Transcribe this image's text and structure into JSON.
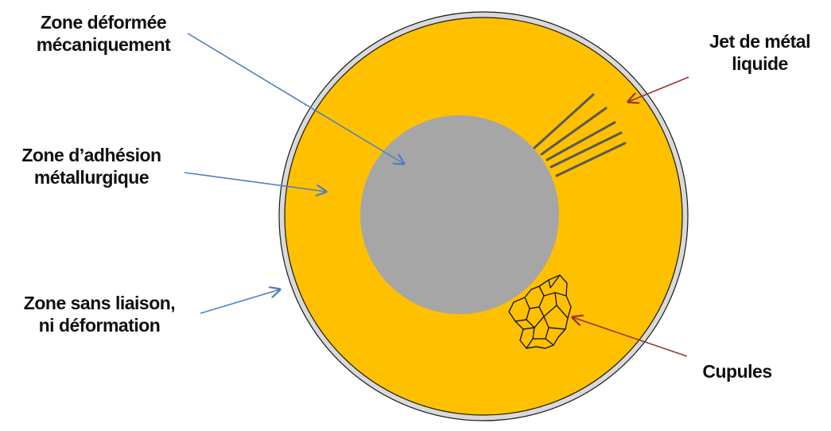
{
  "labels": {
    "zone_deformee": {
      "line1": "Zone déformée",
      "line2": "mécaniquement"
    },
    "zone_adhesion": {
      "line1": "Zone d’adhésion",
      "line2": "métallurgique"
    },
    "zone_sans_liaison": {
      "line1": "Zone sans liaison,",
      "line2": "ni déformation"
    },
    "jet_metal": {
      "line1": "Jet de métal",
      "line2": "liquide"
    },
    "cupules": {
      "line1": "Cupules"
    }
  },
  "colors": {
    "outer_ring": "#d9d9d9",
    "adhesion_ring": "#ffc000",
    "core": "#a6a6a6",
    "blue_arrow": "#4f81bd",
    "red_arrow": "#953735",
    "jet_lines": "#595959",
    "cupule_outline": "#1a1a1a"
  }
}
